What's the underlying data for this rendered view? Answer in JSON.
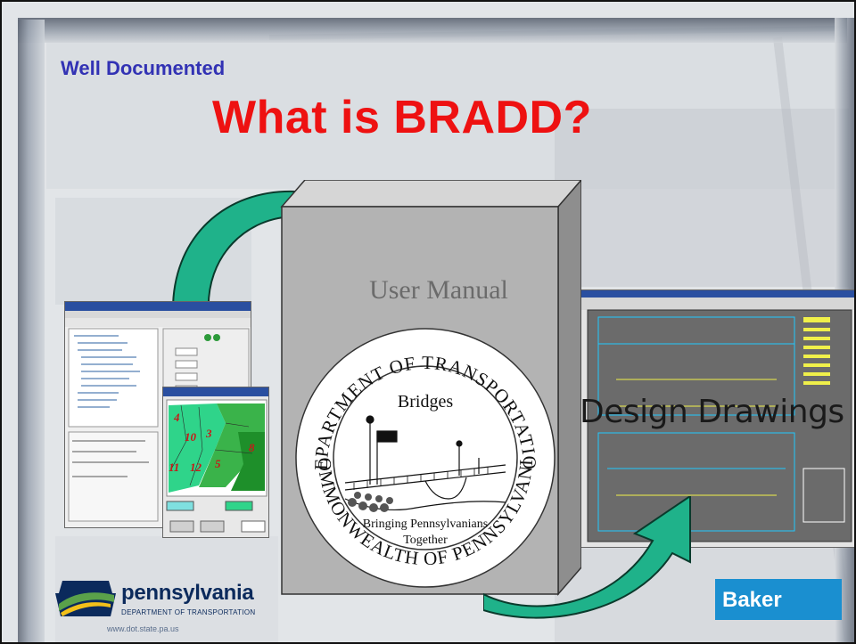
{
  "slide": {
    "section_label": "Well Documented",
    "title": "What is BRADD?"
  },
  "manual": {
    "title": "User Manual"
  },
  "seal": {
    "top_arc": "DEPARTMENT OF TRANSPORTATION",
    "bottom_arc": "COMMONWEALTH OF PENNSYLVANIA",
    "center_title": "Bridges",
    "motto_line1": "Bringing Pennsylvanians",
    "motto_line2": "Together"
  },
  "drawings": {
    "label": "Design Drawings"
  },
  "footer": {
    "penndot_name": "pennsylvania",
    "penndot_dept": "DEPARTMENT OF TRANSPORTATION",
    "penndot_url": "www.dot.state.pa.us",
    "baker_name": "Baker"
  },
  "colors": {
    "section_label": "#3232b4",
    "title": "#ee1111",
    "arrow_fill": "#1fb28a",
    "box_gray": "#b3b3b3",
    "baker_blue": "#1a8fd0",
    "penndot_blue": "#0b2a5c"
  }
}
